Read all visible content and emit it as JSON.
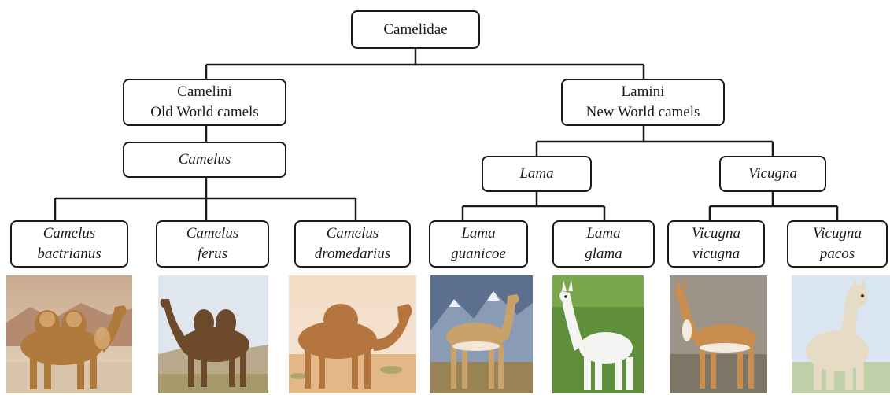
{
  "root": {
    "label": "Camelidae"
  },
  "tribes": {
    "camelini": {
      "line1": "Camelini",
      "line2": "Old World camels"
    },
    "lamini": {
      "line1": "Lamini",
      "line2": "New World camels"
    }
  },
  "genera": {
    "camelus": "Camelus",
    "lama": "Lama",
    "vicugna": "Vicugna"
  },
  "species": [
    {
      "line1": "Camelus",
      "line2": "bactrianus",
      "photo": "bactrian-camel-photo"
    },
    {
      "line1": "Camelus",
      "line2": "ferus",
      "photo": "wild-camel-photo"
    },
    {
      "line1": "Camelus",
      "line2": "dromedarius",
      "photo": "dromedary-photo"
    },
    {
      "line1": "Lama",
      "line2": "guanicoe",
      "photo": "guanaco-photo"
    },
    {
      "line1": "Lama",
      "line2": "glama",
      "photo": "llama-photo"
    },
    {
      "line1": "Vicugna",
      "line2": "vicugna",
      "photo": "vicuna-photo"
    },
    {
      "line1": "Vicugna",
      "line2": "pacos",
      "photo": "alpaca-photo"
    }
  ]
}
